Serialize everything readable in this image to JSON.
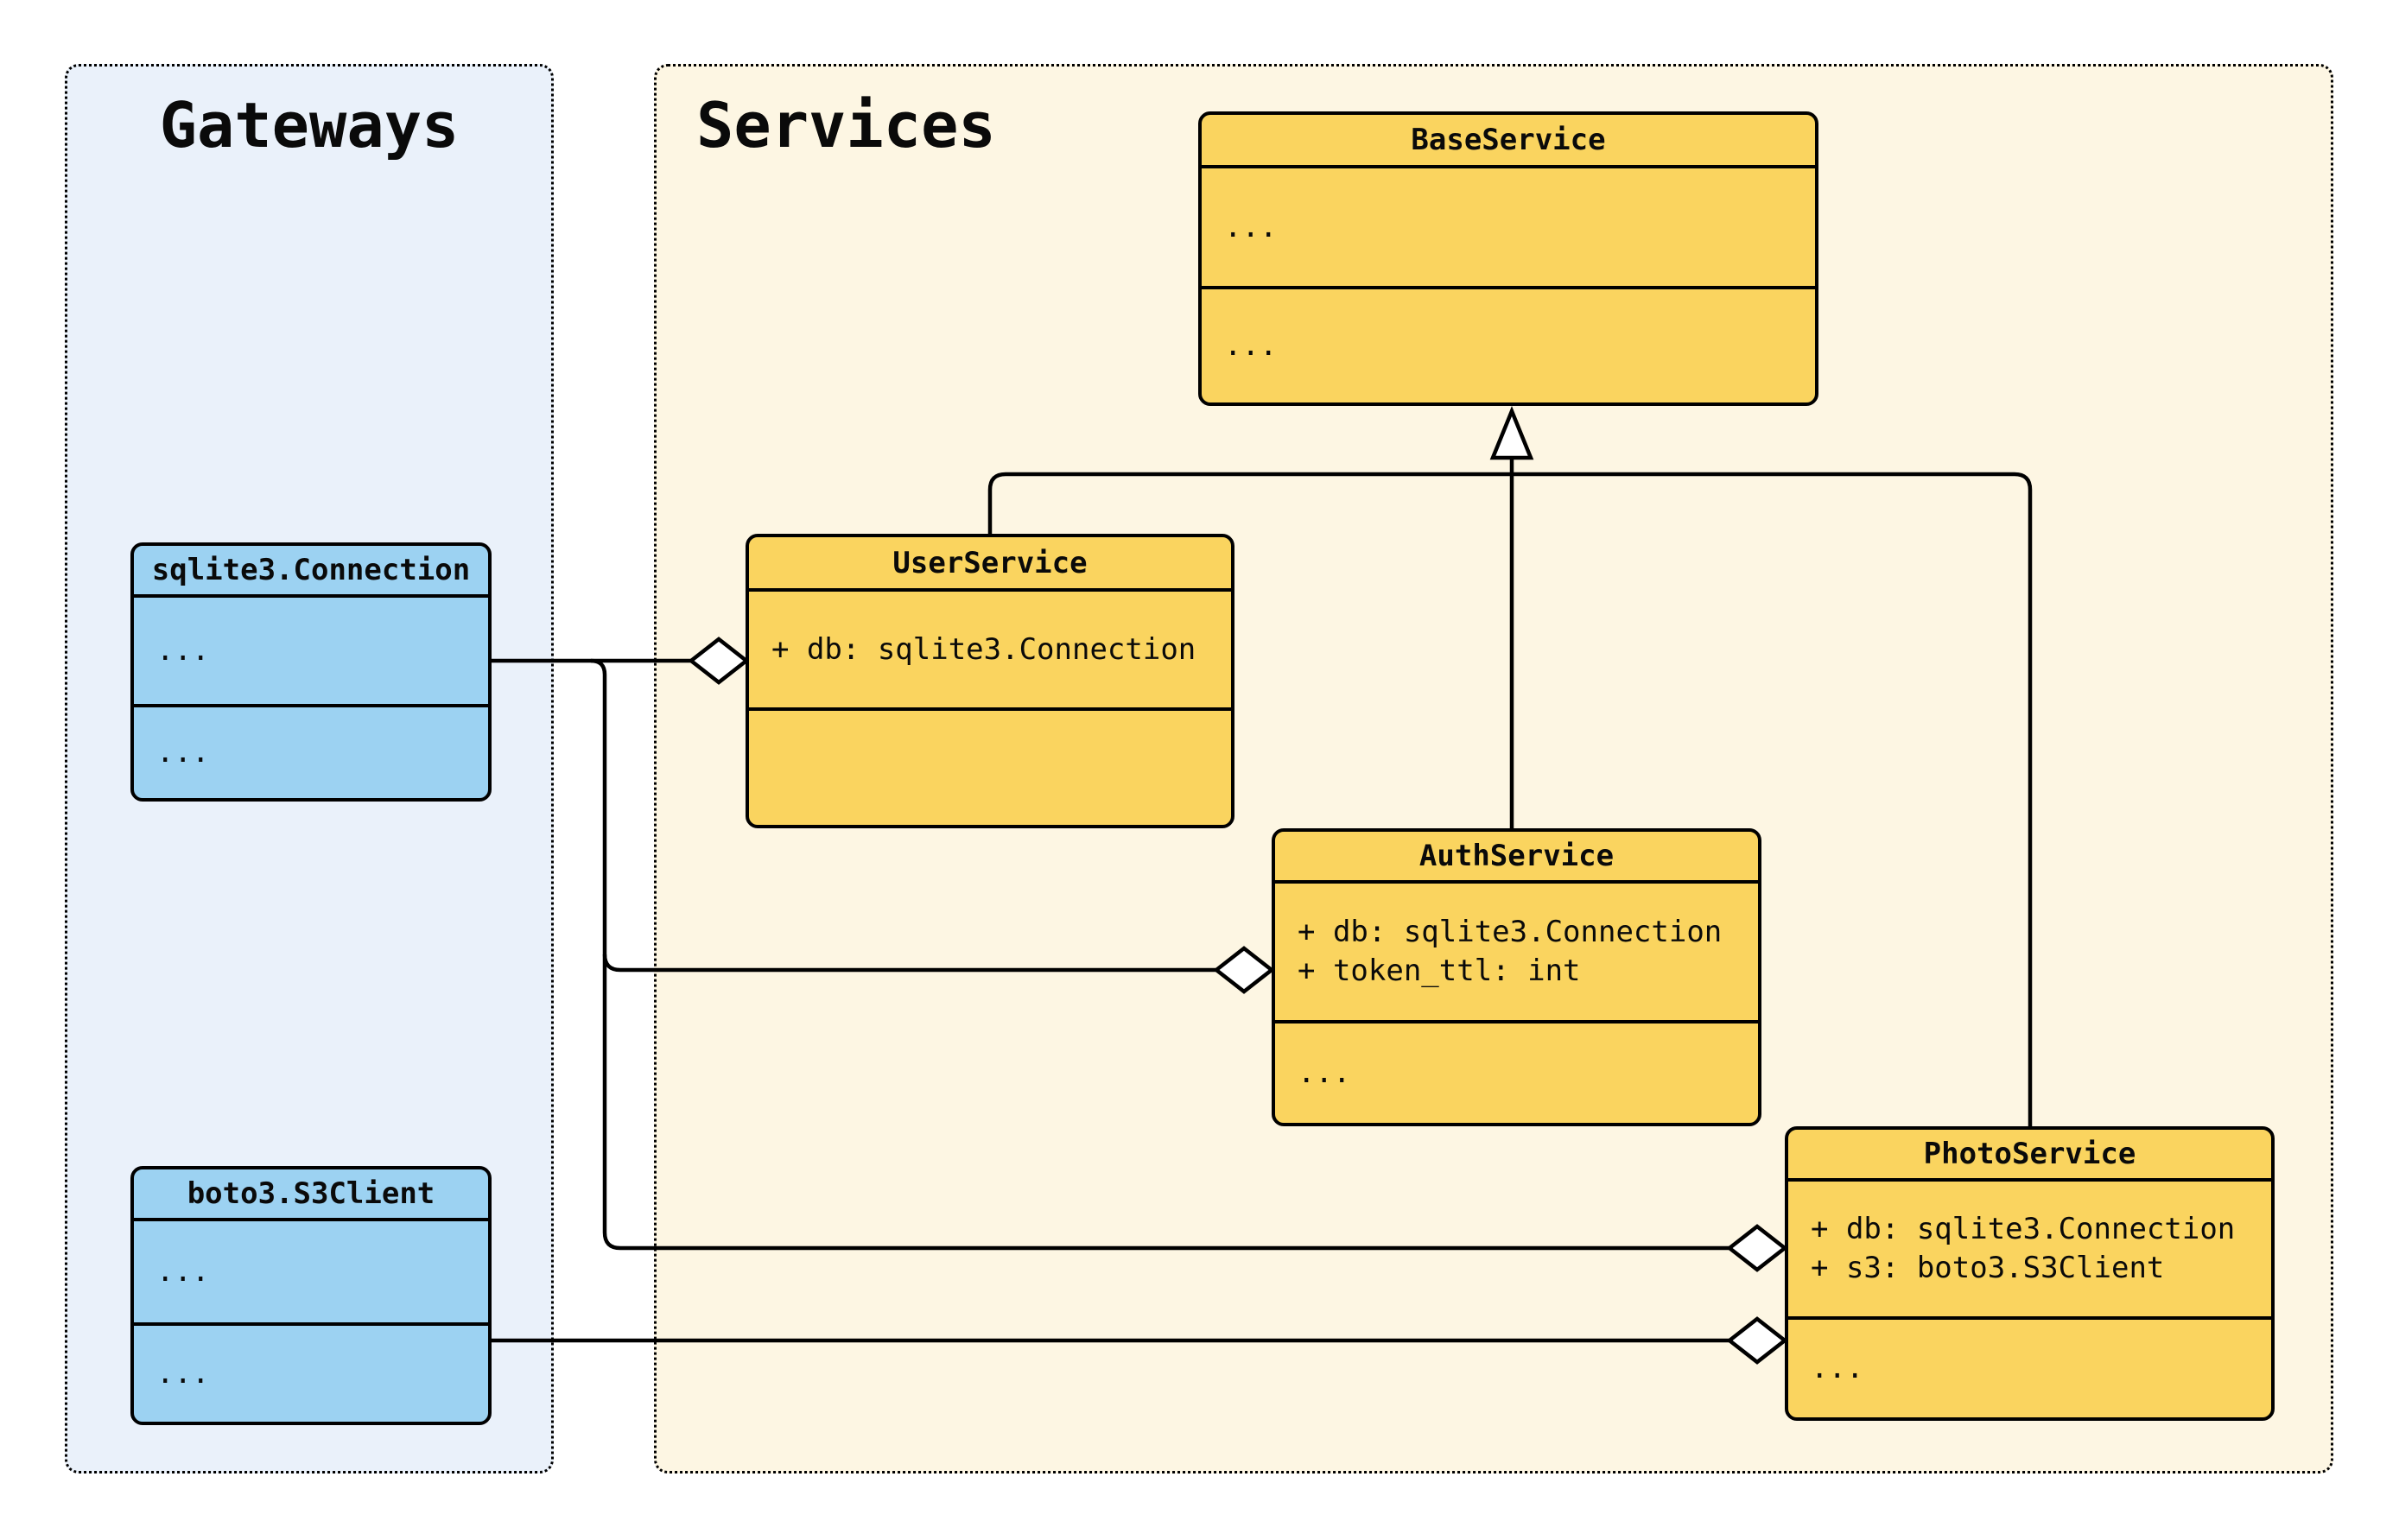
{
  "diagram": {
    "type": "uml-class-diagram",
    "containers": [
      {
        "label": "Gateways"
      },
      {
        "label": "Services"
      }
    ],
    "classes": [
      {
        "title": "sqlite3.Connection",
        "attrs": [
          "..."
        ],
        "methods": [
          "..."
        ]
      },
      {
        "title": "boto3.S3Client",
        "attrs": [
          "..."
        ],
        "methods": [
          "..."
        ]
      },
      {
        "title": "BaseService",
        "attrs": [
          "..."
        ],
        "methods": [
          "..."
        ]
      },
      {
        "title": "UserService",
        "attrs": [
          "+ db: sqlite3.Connection"
        ],
        "methods": []
      },
      {
        "title": "AuthService",
        "attrs": [
          "+ db: sqlite3.Connection",
          "+ token_ttl: int"
        ],
        "methods": [
          "..."
        ]
      },
      {
        "title": "PhotoService",
        "attrs": [
          "+ db: sqlite3.Connection",
          "+ s3: boto3.S3Client"
        ],
        "methods": [
          "..."
        ]
      }
    ],
    "relationships": [
      {
        "type": "inheritance",
        "from": "UserService",
        "to": "BaseService"
      },
      {
        "type": "inheritance",
        "from": "AuthService",
        "to": "BaseService"
      },
      {
        "type": "inheritance",
        "from": "PhotoService",
        "to": "BaseService"
      },
      {
        "type": "aggregation",
        "from": "sqlite3.Connection",
        "to": "UserService"
      },
      {
        "type": "aggregation",
        "from": "sqlite3.Connection",
        "to": "AuthService"
      },
      {
        "type": "aggregation",
        "from": "sqlite3.Connection",
        "to": "PhotoService"
      },
      {
        "type": "aggregation",
        "from": "boto3.S3Client",
        "to": "PhotoService"
      }
    ],
    "colors": {
      "canvas": "#FFFFFF",
      "gateways_fill": "#EAF1FA",
      "services_fill": "#FDF6E3",
      "class_yellow": "#FAD45F",
      "class_blue": "#9CD2F2",
      "stroke": "#000000"
    }
  }
}
